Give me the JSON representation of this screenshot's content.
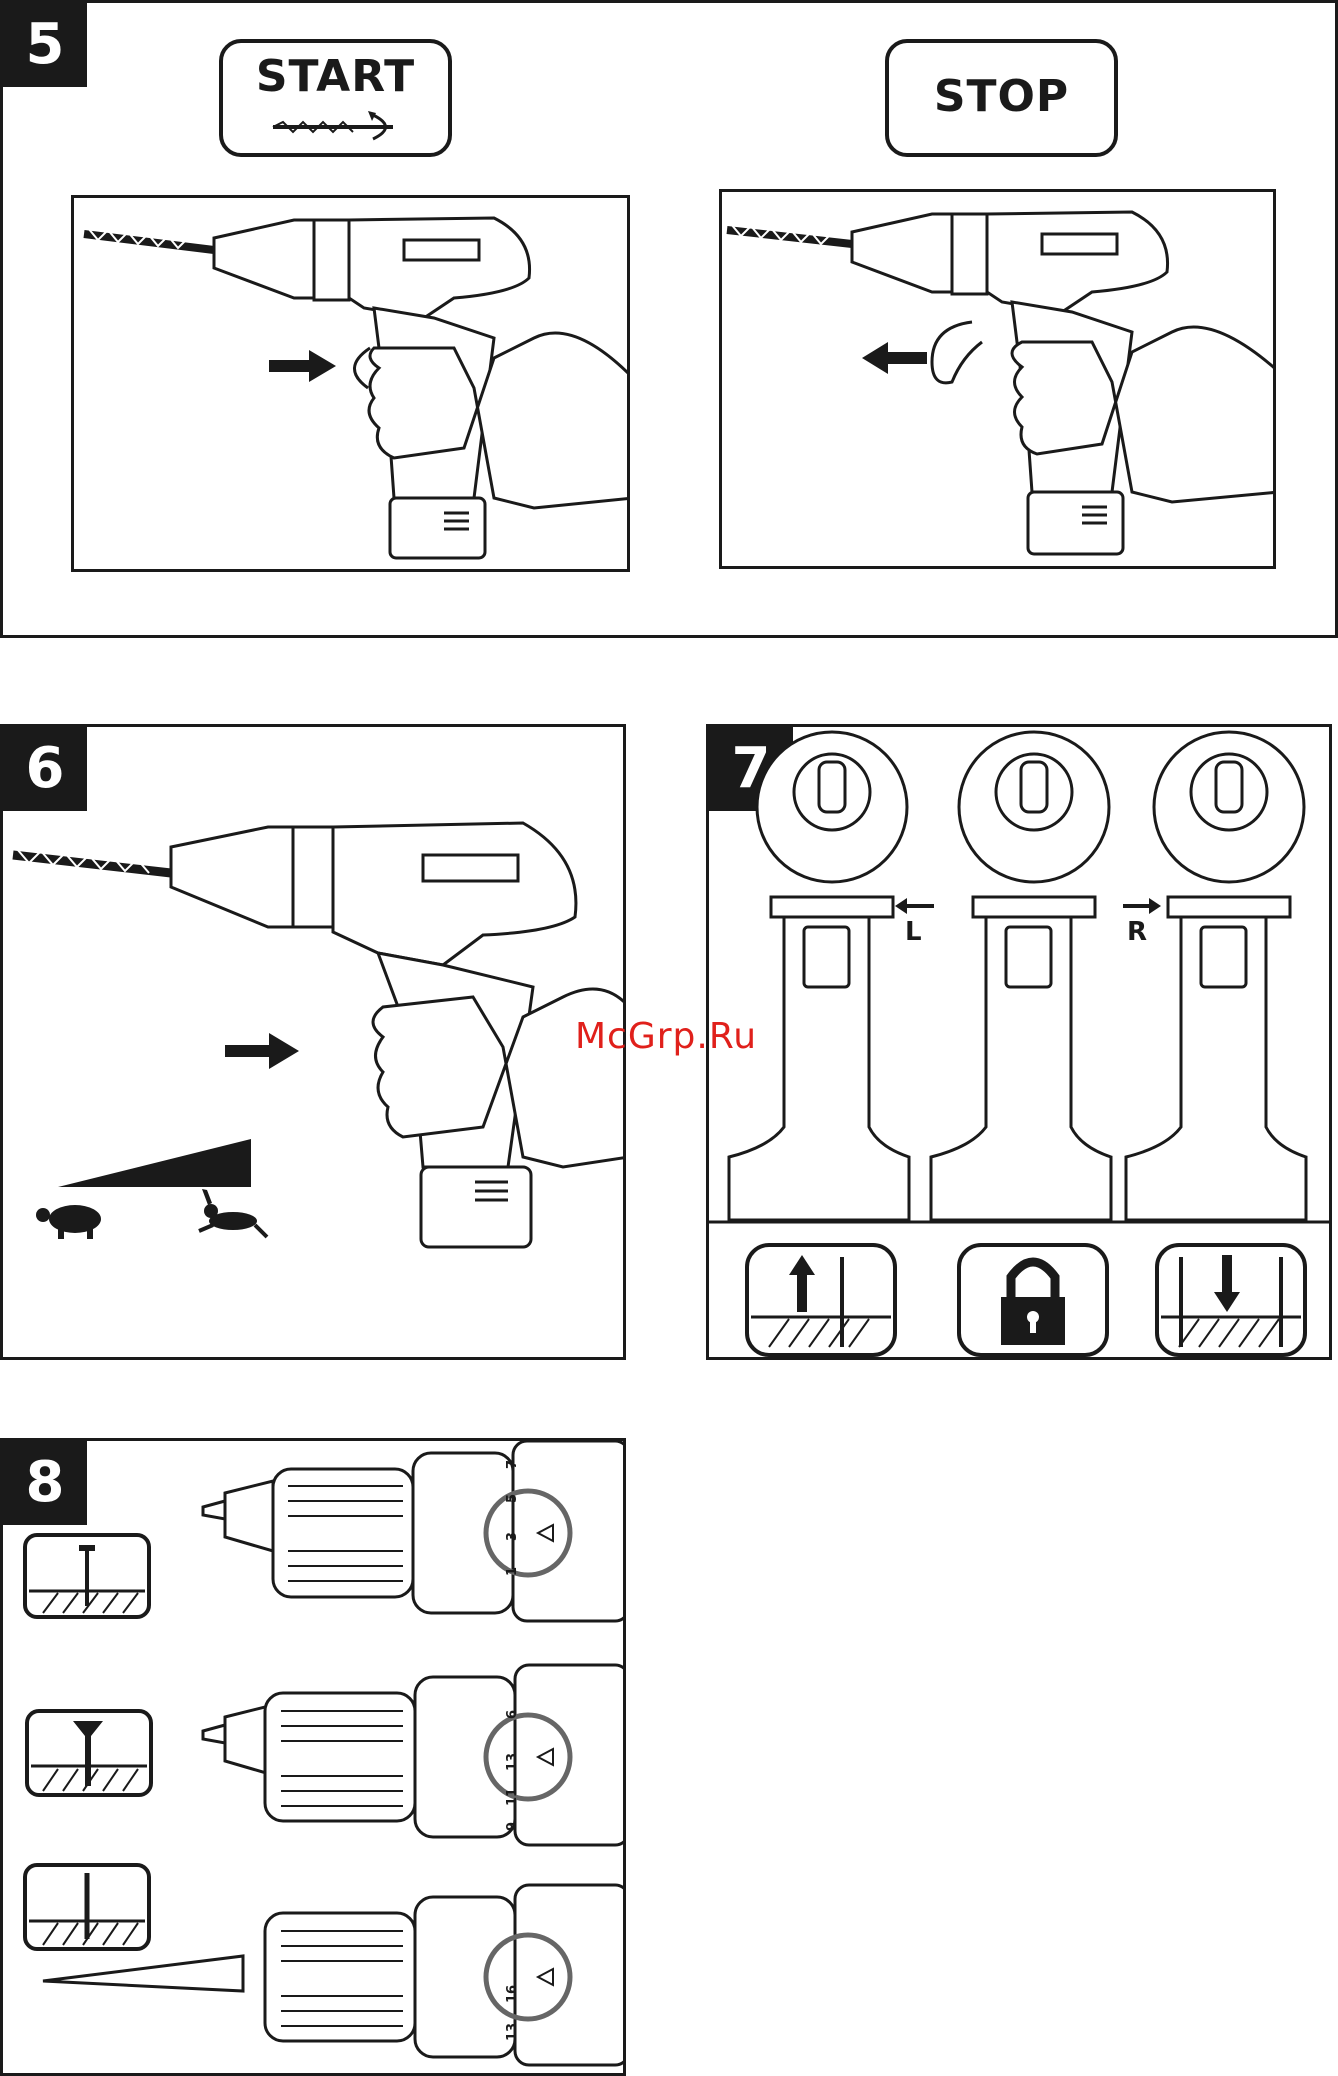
{
  "panels": {
    "p5": {
      "number": "5",
      "start_label": "START",
      "stop_label": "STOP"
    },
    "p6": {
      "number": "6"
    },
    "p7": {
      "number": "7",
      "left_label": "L",
      "right_label": "R"
    },
    "p8": {
      "number": "8",
      "dial_top": [
        "1",
        "3",
        "5",
        "7"
      ],
      "dial_mid": [
        "9",
        "11",
        "13",
        "6"
      ],
      "dial_bot": [
        "13",
        "16"
      ]
    }
  },
  "watermark": "McGrp.Ru",
  "icons": [
    "arrow-right-icon",
    "arrow-left-icon",
    "turtle-icon",
    "rabbit-icon",
    "lock-icon",
    "screw-out-icon",
    "screw-in-icon",
    "drill-bit-icon"
  ]
}
